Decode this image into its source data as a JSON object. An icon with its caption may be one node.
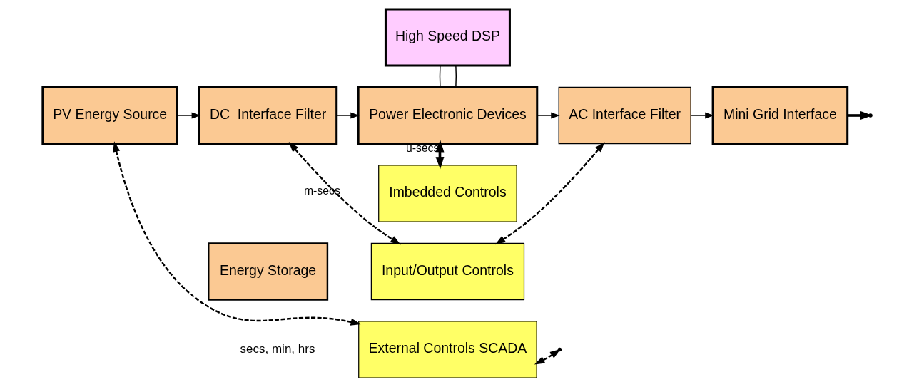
{
  "diagram": {
    "nodes": [
      {
        "text": [
          "High Speed DSP"
        ]
      },
      {
        "text": [
          "PV Energy Source"
        ]
      },
      {
        "text": [
          "DC  Interface Filter"
        ]
      },
      {
        "text": [
          "Power Electronic Devices"
        ]
      },
      {
        "text": [
          "AC Interface Filter"
        ]
      },
      {
        "text": [
          "Mini Grid Interface"
        ]
      },
      {
        "text": [
          "Imbedded Controls"
        ]
      },
      {
        "text": [
          "Input/Output Controls"
        ]
      },
      {
        "text": [
          "External Controls SCADA"
        ]
      },
      {
        "text": [
          "Energy Storage"
        ]
      }
    ],
    "edges": [
      {
        "from": 0,
        "to": 3,
        "arrow": "none"
      },
      {
        "from": 0,
        "to": 3,
        "arrow": "none"
      },
      {
        "from": 1,
        "to": 2,
        "arrow": "to"
      },
      {
        "from": 2,
        "to": 3,
        "arrow": "to"
      },
      {
        "from": 3,
        "to": 4,
        "arrow": "to"
      },
      {
        "from": 4,
        "to": 5,
        "arrow": "to"
      },
      {
        "from": 5,
        "to": null,
        "arrow": "to",
        "style": "thick"
      },
      {
        "from": 3,
        "to": 6,
        "arrow": "both",
        "label": "u-secs",
        "style": "thick"
      },
      {
        "from": 2,
        "to": 7,
        "arrow": "both",
        "label": "m-secs",
        "style": "dashed"
      },
      {
        "from": 4,
        "to": 7,
        "arrow": "both",
        "style": "dashed"
      },
      {
        "from": 1,
        "to": 8,
        "arrow": "both",
        "style": "dashed"
      },
      {
        "from": null,
        "to": 8,
        "arrow": "both",
        "style": "dashed"
      }
    ],
    "labels": [
      "secs, min, hrs"
    ]
  }
}
